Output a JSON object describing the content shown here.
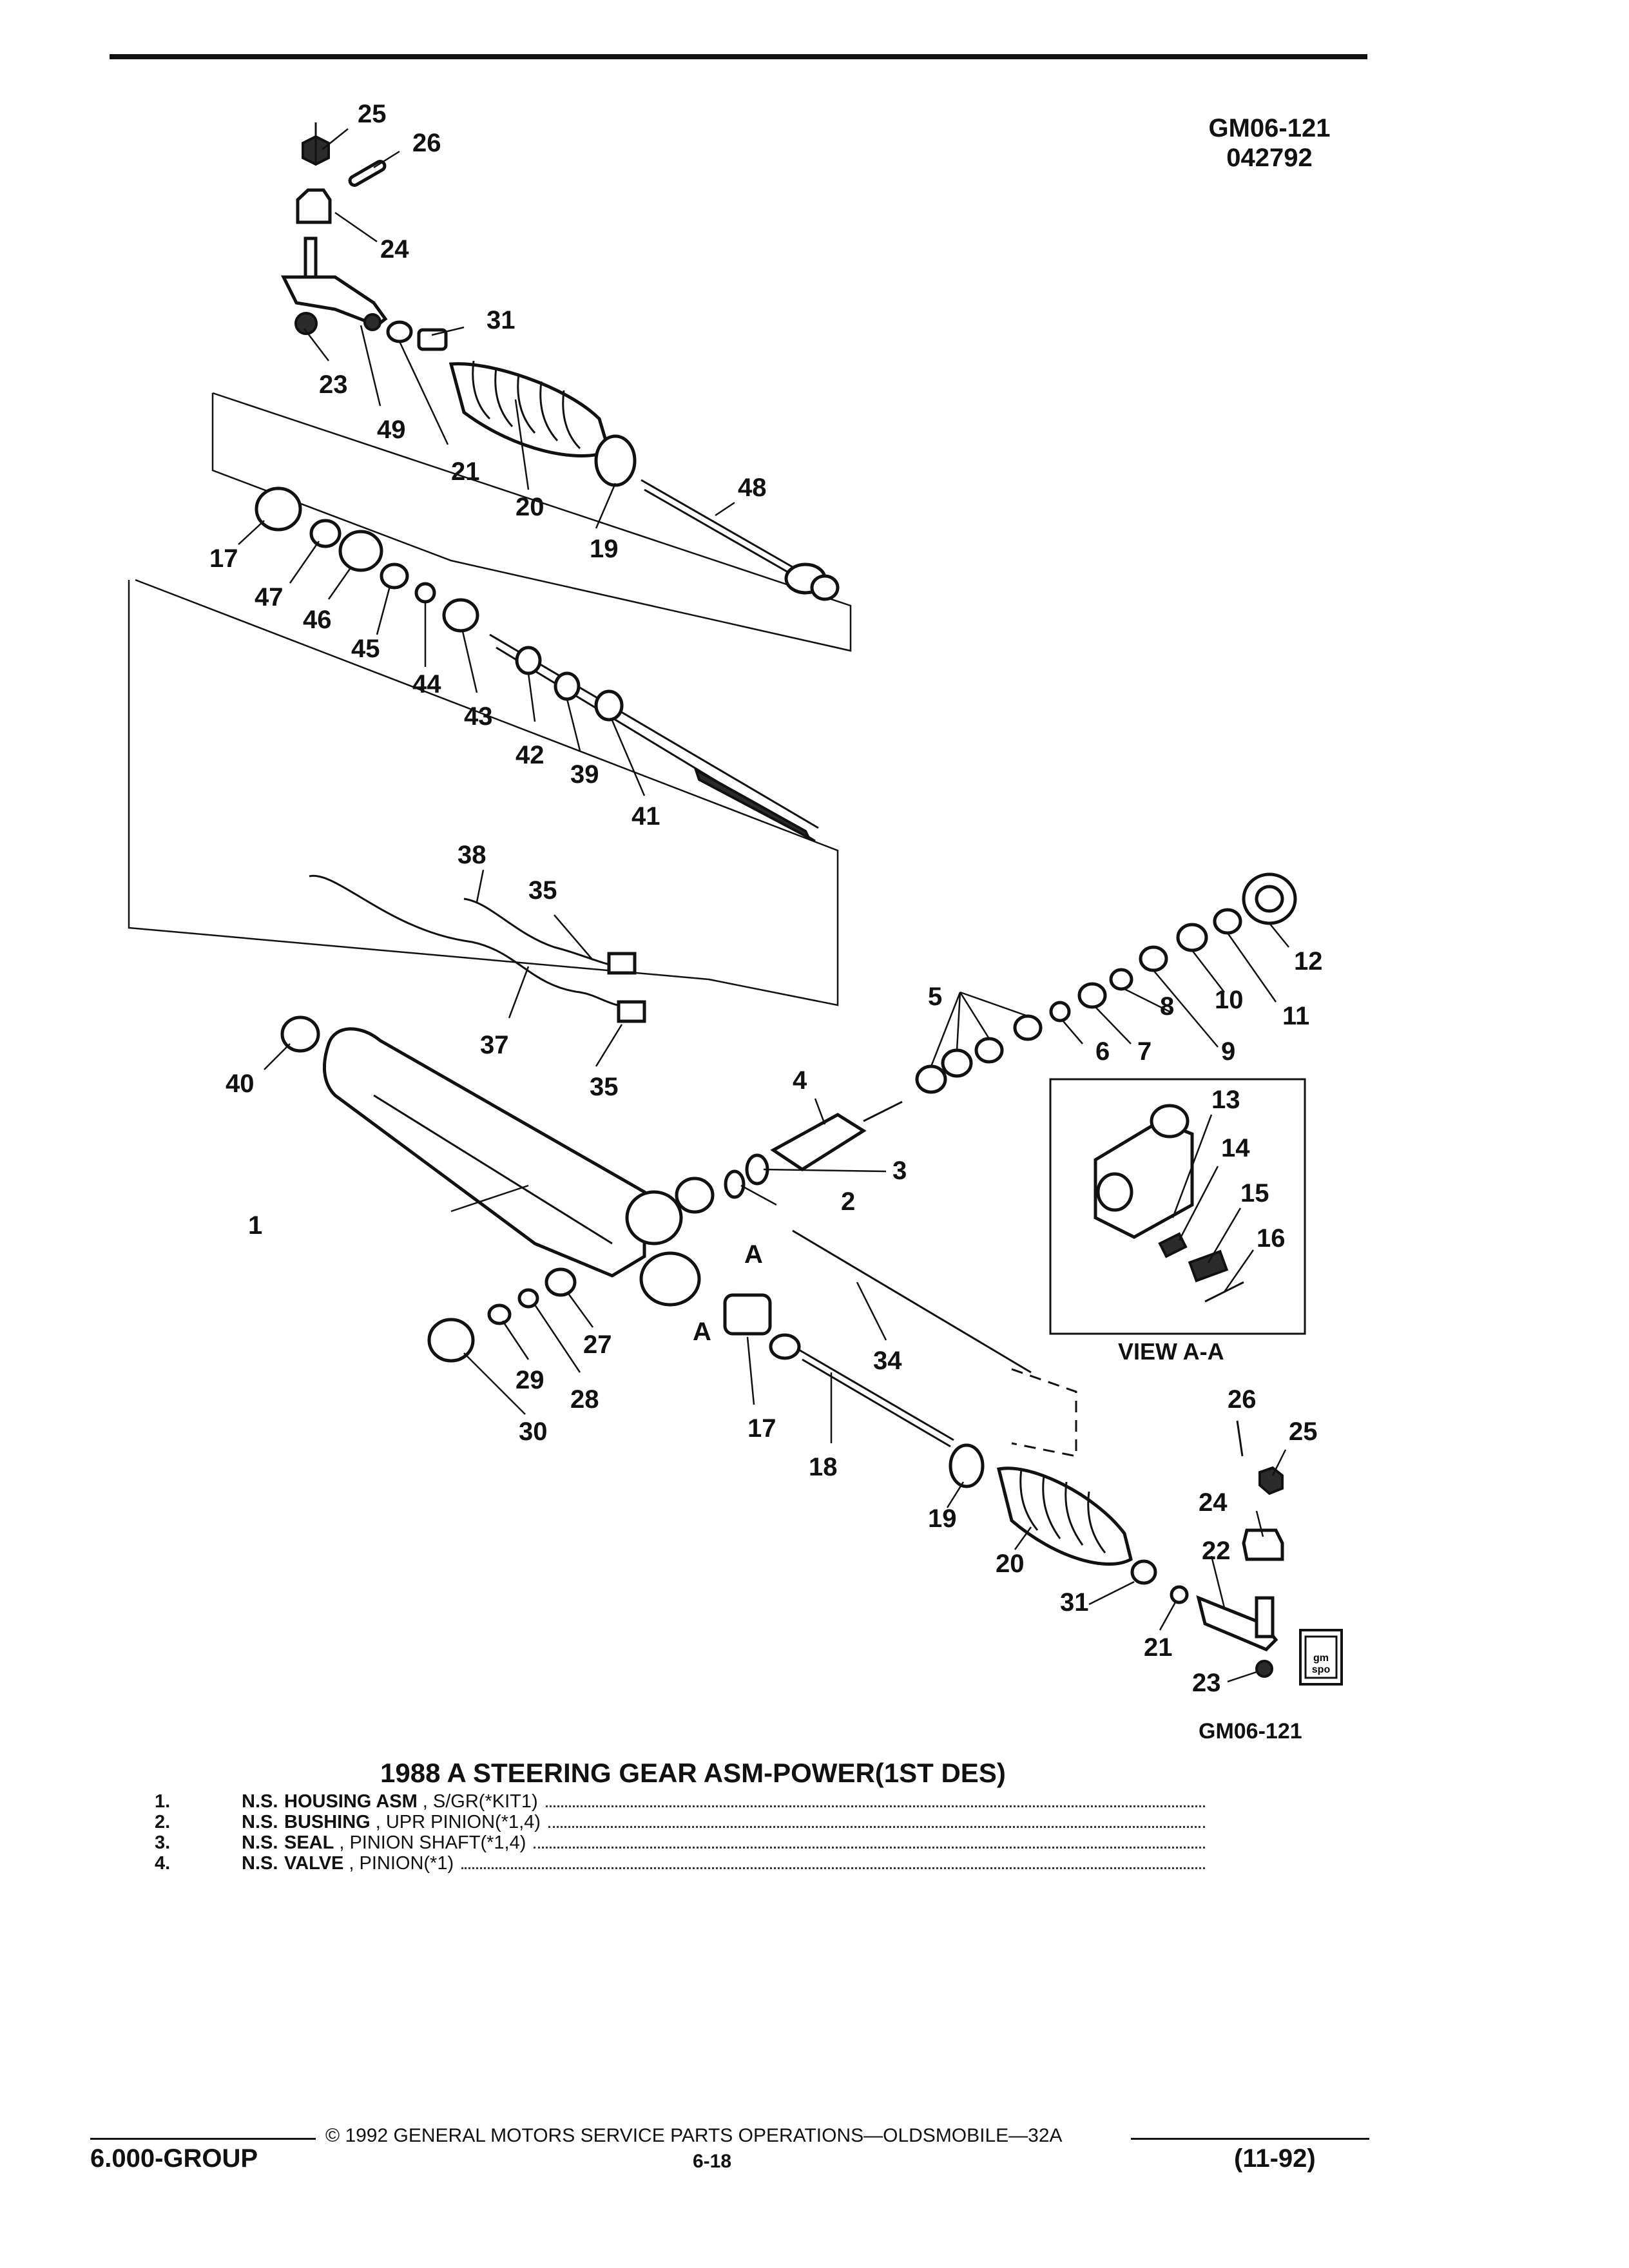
{
  "header": {
    "ref_line1": "GM06-121",
    "ref_line2": "042792"
  },
  "figure_id": "GM06-121",
  "view_label": "VIEW A-A",
  "section_marker": "A",
  "callouts": [
    "1",
    "2",
    "3",
    "4",
    "5",
    "6",
    "7",
    "8",
    "9",
    "10",
    "11",
    "12",
    "13",
    "14",
    "15",
    "16",
    "17",
    "18",
    "19",
    "20",
    "21",
    "22",
    "23",
    "24",
    "25",
    "26",
    "27",
    "28",
    "29",
    "30",
    "31",
    "34",
    "35",
    "37",
    "38",
    "39",
    "40",
    "41",
    "42",
    "43",
    "44",
    "45",
    "46",
    "47",
    "48",
    "49"
  ],
  "title": "1988 A STEERING GEAR ASM-POWER(1ST DES)",
  "parts": [
    {
      "num": "1.",
      "ns": "N.S.",
      "name": "HOUSING ASM",
      "desc": ", S/GR(*KIT1)"
    },
    {
      "num": "2.",
      "ns": "N.S.",
      "name": "BUSHING",
      "desc": ", UPR PINION(*1,4)"
    },
    {
      "num": "3.",
      "ns": "N.S.",
      "name": "SEAL",
      "desc": ", PINION SHAFT(*1,4)"
    },
    {
      "num": "4.",
      "ns": "N.S.",
      "name": "VALVE",
      "desc": ", PINION(*1)"
    }
  ],
  "logo_text": "gm spo",
  "footer": {
    "group": "6.000-GROUP",
    "copyright": "© 1992 GENERAL MOTORS SERVICE PARTS OPERATIONS—OLDSMOBILE—32A",
    "page": "6-18",
    "date": "(11-92)"
  }
}
